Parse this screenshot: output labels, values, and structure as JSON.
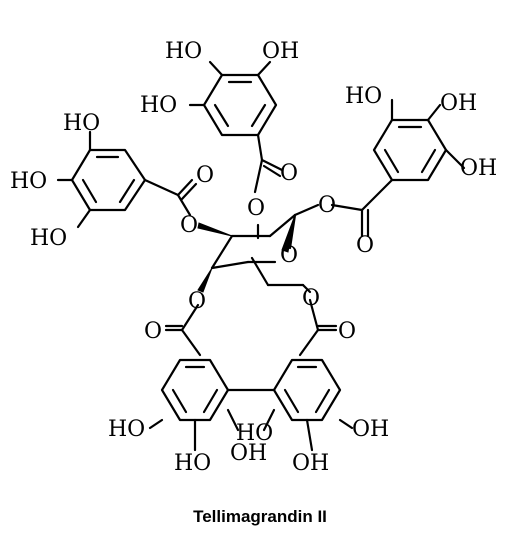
{
  "caption": "Tellimagrandin II",
  "labels": {
    "ho": "HO",
    "oh": "OH",
    "o": "O"
  }
}
